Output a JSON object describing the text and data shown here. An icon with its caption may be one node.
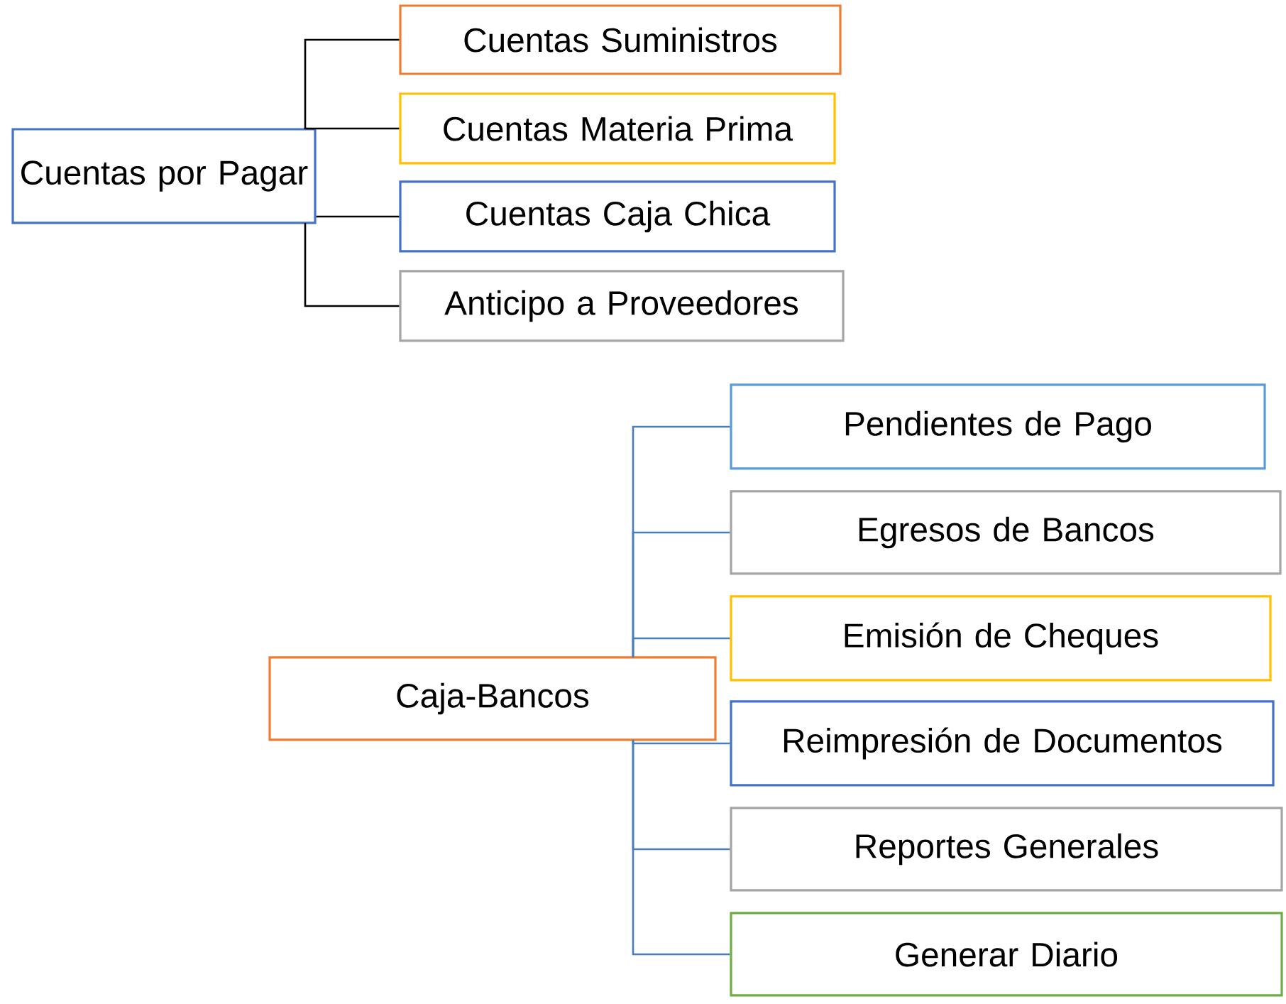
{
  "diagram": {
    "nodes": [
      {
        "text": [
          "Cuentas por Pagar"
        ]
      },
      {
        "text": [
          "Cuentas Suministros"
        ]
      },
      {
        "text": [
          "Cuentas Materia Prima"
        ]
      },
      {
        "text": [
          "Cuentas Caja Chica"
        ]
      },
      {
        "text": [
          "Anticipo a Proveedores"
        ]
      },
      {
        "text": [
          "Caja-Bancos"
        ]
      },
      {
        "text": [
          "Pendientes de Pago"
        ]
      },
      {
        "text": [
          "Egresos de Bancos"
        ]
      },
      {
        "text": [
          "Emisión de Cheques"
        ]
      },
      {
        "text": [
          "Reimpresión de Documentos"
        ]
      },
      {
        "text": [
          "Reportes Generales"
        ]
      },
      {
        "text": [
          "Generar Diario"
        ]
      }
    ],
    "edges": [
      {
        "from": 0,
        "to": 1,
        "arrow": "none",
        "color": "#000000"
      },
      {
        "from": 0,
        "to": 2,
        "arrow": "none",
        "color": "#000000"
      },
      {
        "from": 0,
        "to": 3,
        "arrow": "none",
        "color": "#000000"
      },
      {
        "from": 0,
        "to": 4,
        "arrow": "none",
        "color": "#000000"
      },
      {
        "from": 5,
        "to": 6,
        "arrow": "none"
      },
      {
        "from": 5,
        "to": 7,
        "arrow": "none"
      },
      {
        "from": 5,
        "to": 8,
        "arrow": "none"
      },
      {
        "from": 5,
        "to": 9,
        "arrow": "none"
      },
      {
        "from": 5,
        "to": 10,
        "arrow": "none"
      },
      {
        "from": 5,
        "to": 11,
        "arrow": "none"
      }
    ]
  }
}
